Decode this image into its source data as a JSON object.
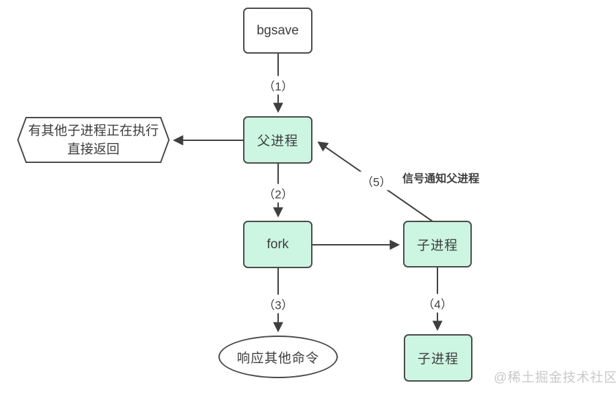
{
  "diagram": {
    "nodes": {
      "bgsave": {
        "label": "bgsave"
      },
      "parent": {
        "label": "父进程"
      },
      "fork": {
        "label": "fork"
      },
      "child1": {
        "label": "子进程"
      },
      "child2": {
        "label": "子进程"
      },
      "hexagon": {
        "line1": "有其他子进程正在执行",
        "line2": "直接返回"
      },
      "ellipse": {
        "label": "响应其他命令"
      }
    },
    "edge_labels": {
      "step1": "（1）",
      "step2": "（2）",
      "step3": "（3）",
      "step4": "（4）",
      "step5": "（5）",
      "signal": "信号通知父进程"
    },
    "watermark": "@稀土掘金技术社区",
    "colors": {
      "node_fill_green": "#ccf5e2",
      "node_fill_white": "#ffffff",
      "border": "#4a4a4a",
      "line": "#3f3f3f",
      "text": "#3d3d3d",
      "watermark": "#c9c9c9",
      "bg": "#ffffff"
    }
  }
}
